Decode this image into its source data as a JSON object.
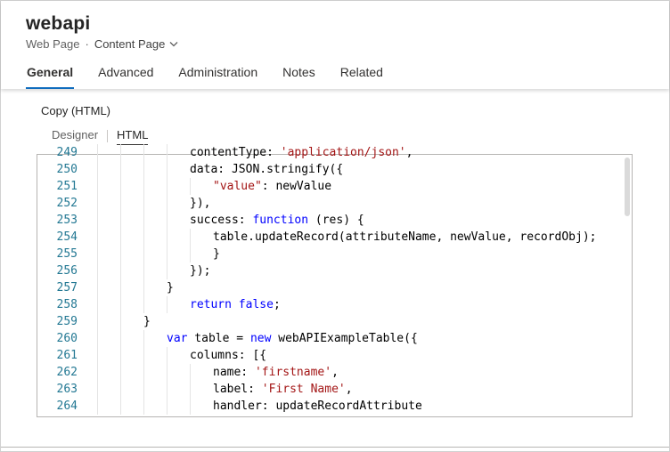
{
  "header": {
    "title": "webapi",
    "entity_type": "Web Page",
    "separator": "·",
    "form_name": "Content Page"
  },
  "tabs": [
    {
      "label": "General",
      "active": true
    },
    {
      "label": "Advanced",
      "active": false
    },
    {
      "label": "Administration",
      "active": false
    },
    {
      "label": "Notes",
      "active": false
    },
    {
      "label": "Related",
      "active": false
    }
  ],
  "field": {
    "label": "Copy (HTML)",
    "subtabs": [
      {
        "label": "Designer",
        "active": false
      },
      {
        "label": "HTML",
        "active": true
      }
    ]
  },
  "editor": {
    "first_visible_line_clipped": true,
    "lines": [
      {
        "n": 249,
        "indent": 4,
        "seg": [
          [
            "contentType: ",
            "p"
          ],
          [
            "'application/json'",
            "s"
          ],
          [
            ",",
            "p"
          ]
        ]
      },
      {
        "n": 250,
        "indent": 4,
        "seg": [
          [
            "data: JSON.stringify({",
            "p"
          ]
        ]
      },
      {
        "n": 251,
        "indent": 5,
        "seg": [
          [
            "\"value\"",
            "s"
          ],
          [
            ": newValue",
            "p"
          ]
        ]
      },
      {
        "n": 252,
        "indent": 4,
        "seg": [
          [
            "}),",
            "p"
          ]
        ]
      },
      {
        "n": 253,
        "indent": 4,
        "seg": [
          [
            "success: ",
            "p"
          ],
          [
            "function",
            "k"
          ],
          [
            " (res) {",
            "p"
          ]
        ]
      },
      {
        "n": 254,
        "indent": 5,
        "seg": [
          [
            "table.updateRecord(attributeName, newValue, recordObj);",
            "p"
          ]
        ]
      },
      {
        "n": 255,
        "indent": 5,
        "seg": [
          [
            "}",
            "p"
          ]
        ]
      },
      {
        "n": 256,
        "indent": 4,
        "seg": [
          [
            "});",
            "p"
          ]
        ]
      },
      {
        "n": 257,
        "indent": 3,
        "seg": [
          [
            "}",
            "p"
          ]
        ]
      },
      {
        "n": 258,
        "indent": 4,
        "seg": [
          [
            "return",
            "k"
          ],
          [
            " ",
            "p"
          ],
          [
            "false",
            "k"
          ],
          [
            ";",
            "p"
          ]
        ]
      },
      {
        "n": 259,
        "indent": 2,
        "seg": [
          [
            "}",
            "p"
          ]
        ]
      },
      {
        "n": 260,
        "indent": 3,
        "seg": [
          [
            "var",
            "k"
          ],
          [
            " table = ",
            "p"
          ],
          [
            "new",
            "k"
          ],
          [
            " webAPIExampleTable({",
            "p"
          ]
        ]
      },
      {
        "n": 261,
        "indent": 4,
        "seg": [
          [
            "columns: [{",
            "p"
          ]
        ]
      },
      {
        "n": 262,
        "indent": 5,
        "seg": [
          [
            "name: ",
            "p"
          ],
          [
            "'firstname'",
            "s"
          ],
          [
            ",",
            "p"
          ]
        ]
      },
      {
        "n": 263,
        "indent": 5,
        "seg": [
          [
            "label: ",
            "p"
          ],
          [
            "'First Name'",
            "s"
          ],
          [
            ",",
            "p"
          ]
        ]
      },
      {
        "n": 264,
        "indent": 5,
        "seg": [
          [
            "handler: updateRecordAttribute",
            "p"
          ]
        ]
      }
    ]
  },
  "colors": {
    "accent": "#0f6cbd",
    "line_number": "#237893",
    "keyword": "#0000ff",
    "string": "#a31515",
    "code_plain": "#000000"
  }
}
